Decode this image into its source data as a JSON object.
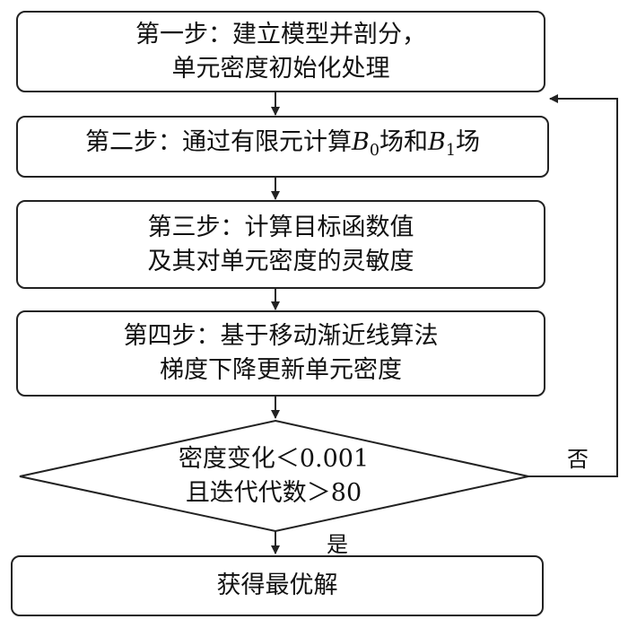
{
  "steps": [
    {
      "lines": [
        "第一步：建立模型并剖分，",
        "单元密度初始化处理"
      ]
    },
    {
      "parts": {
        "prefix": "第二步：通过有限元计算",
        "var1": "B",
        "sub1": "0",
        "mid": "场和",
        "var2": "B",
        "sub2": "1",
        "suffix": "场"
      }
    },
    {
      "lines": [
        "第三步：计算目标函数值",
        "及其对单元密度的灵敏度"
      ]
    },
    {
      "lines": [
        "第四步：基于移动渐近线算法",
        "梯度下降更新单元密度"
      ]
    }
  ],
  "decision": {
    "lines": [
      "密度变化＜0.001",
      "且迭代代数＞80"
    ]
  },
  "labels": {
    "no": "否",
    "yes": "是"
  },
  "result": {
    "text": "获得最优解"
  }
}
